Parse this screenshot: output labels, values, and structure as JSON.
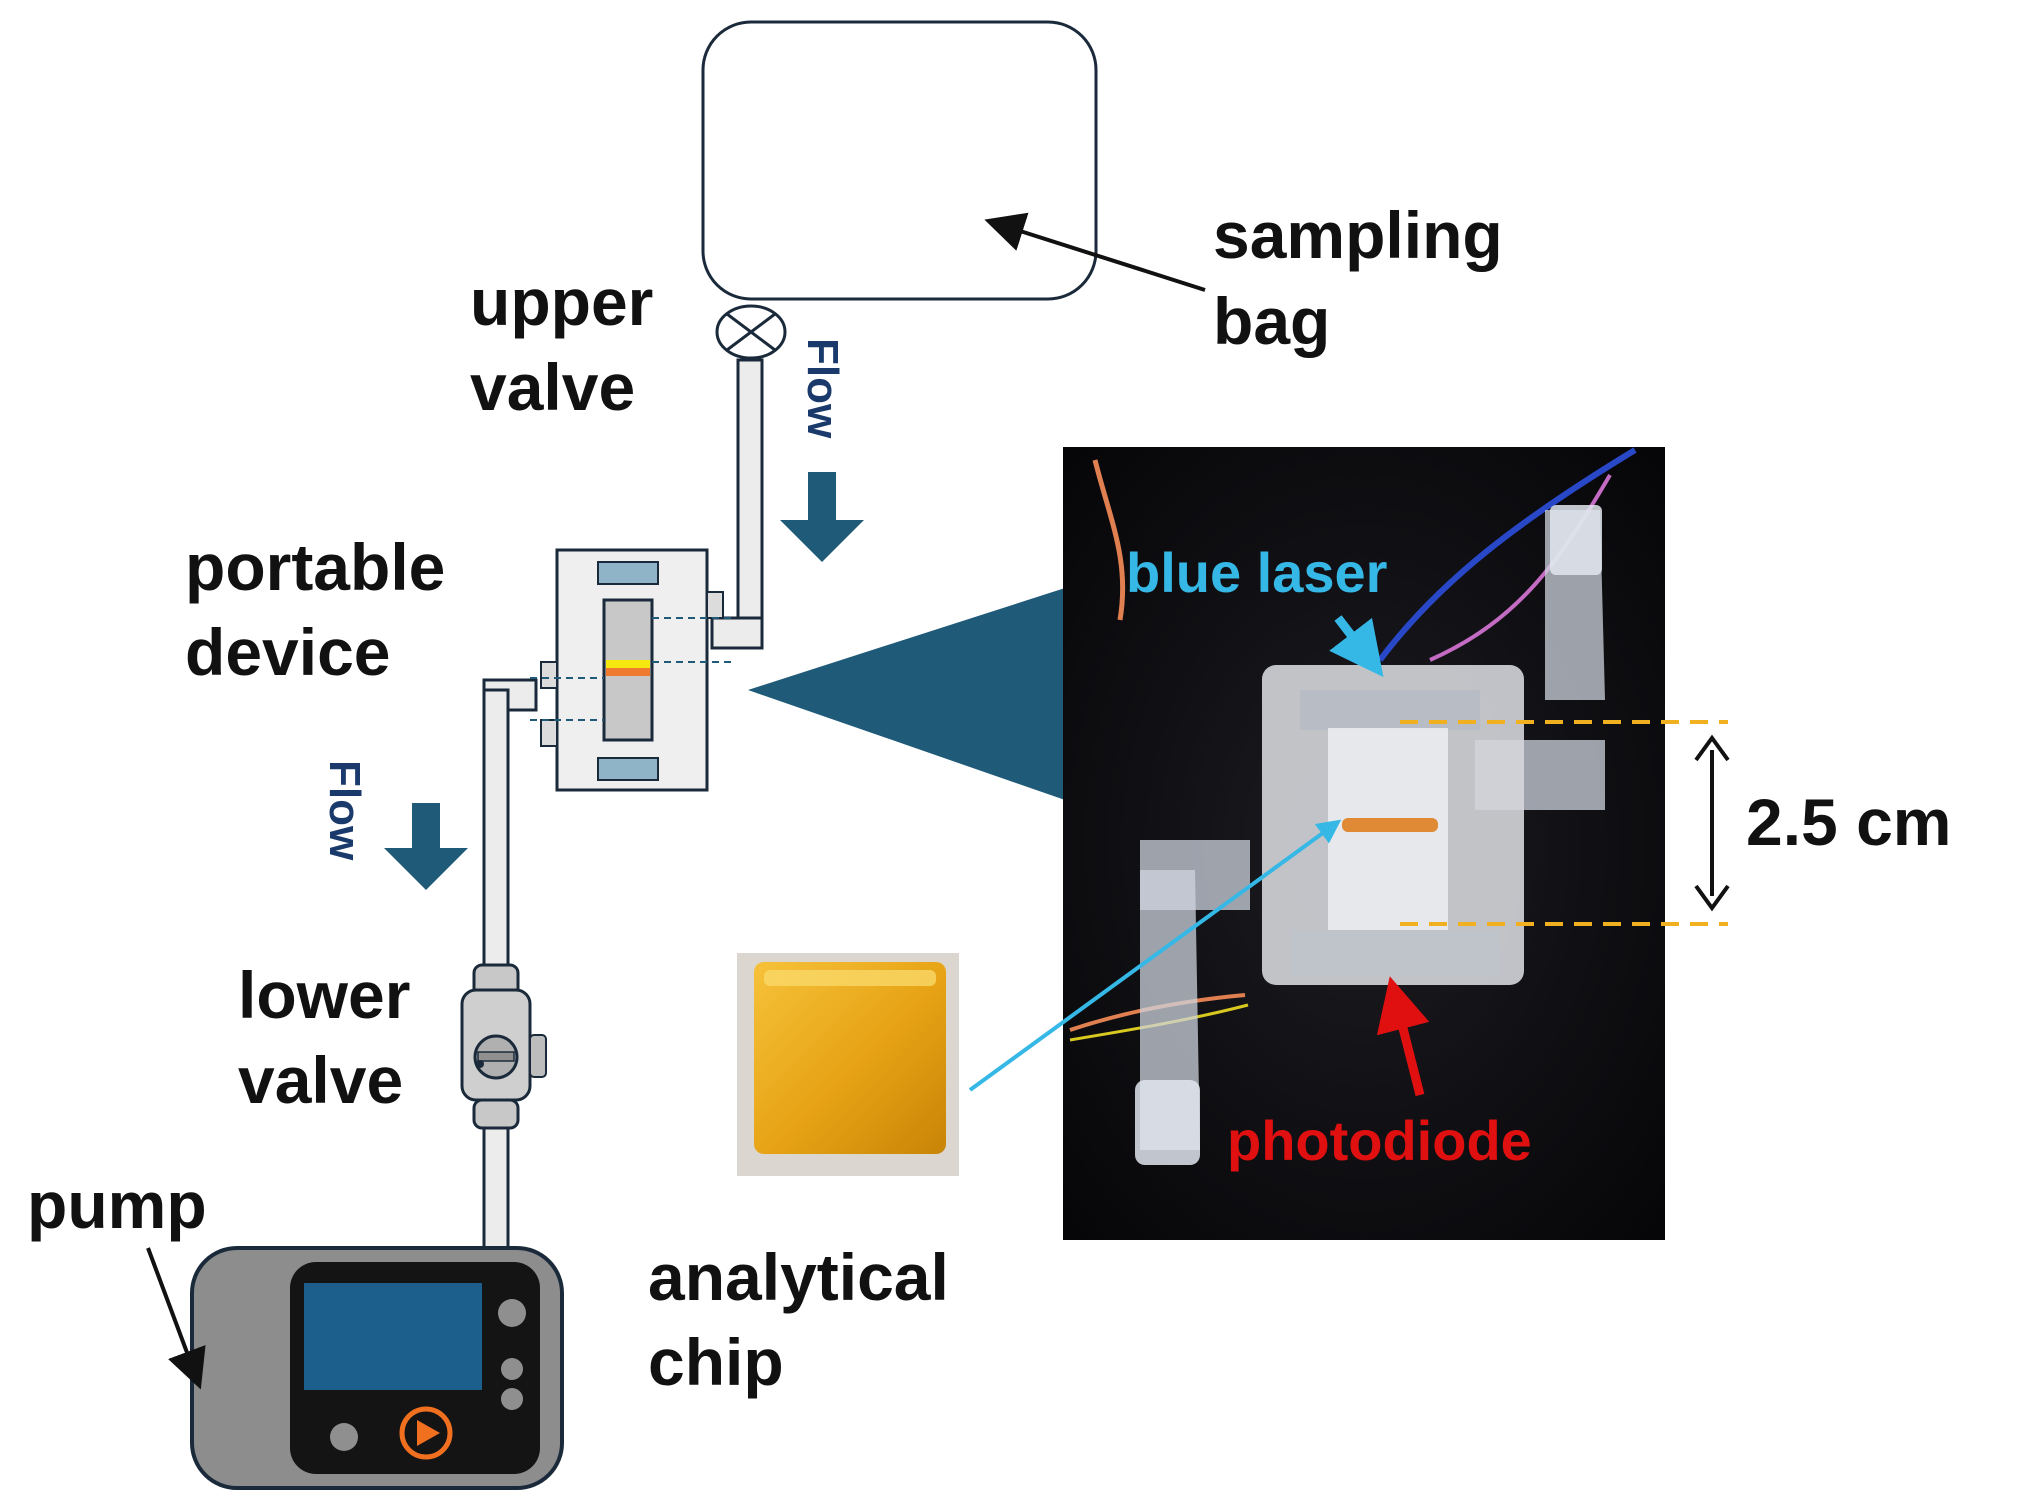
{
  "labels": {
    "sampling_bag_line1": "sampling",
    "sampling_bag_line2": "bag",
    "upper_valve_line1": "upper",
    "upper_valve_line2": "valve",
    "portable_device_line1": "portable",
    "portable_device_line2": "device",
    "lower_valve_line1": "lower",
    "lower_valve_line2": "valve",
    "pump": "pump",
    "analytical_chip_line1": "analytical",
    "analytical_chip_line2": "chip",
    "flow_upper": "Flow",
    "flow_lower": "Flow",
    "blue_laser": "blue laser",
    "photodiode": "photodiode",
    "dimension": "2.5 cm"
  },
  "colors": {
    "flow_arrow": "#1f5a78",
    "flow_text": "#1a3a6b",
    "callout_wedge": "#1f5a78",
    "blue_laser": "#36b8e6",
    "photodiode": "#e01010",
    "dimension_lines": "#f0b020",
    "chip": "#e8a818",
    "pump_body": "#8a8a8a",
    "pump_screen": "#1c5f8c",
    "pump_button": "#f07020"
  }
}
